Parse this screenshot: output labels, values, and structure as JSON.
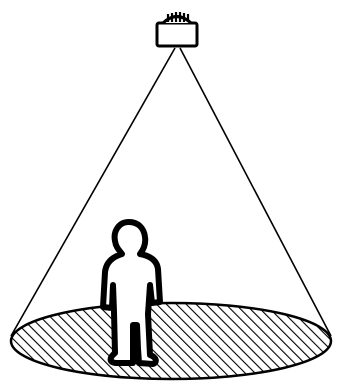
{
  "diagram": {
    "elements": [
      {
        "name": "ceiling-sensor-device",
        "shape": "box with vented top grille"
      },
      {
        "name": "detection-cone",
        "shape": "two lines from device to floor ellipse"
      },
      {
        "name": "detection-area",
        "shape": "hatched ellipse on floor"
      },
      {
        "name": "person-silhouette",
        "shape": "standing figure outline"
      }
    ],
    "colors": {
      "ink": "#000000",
      "background": "#ffffff"
    }
  }
}
